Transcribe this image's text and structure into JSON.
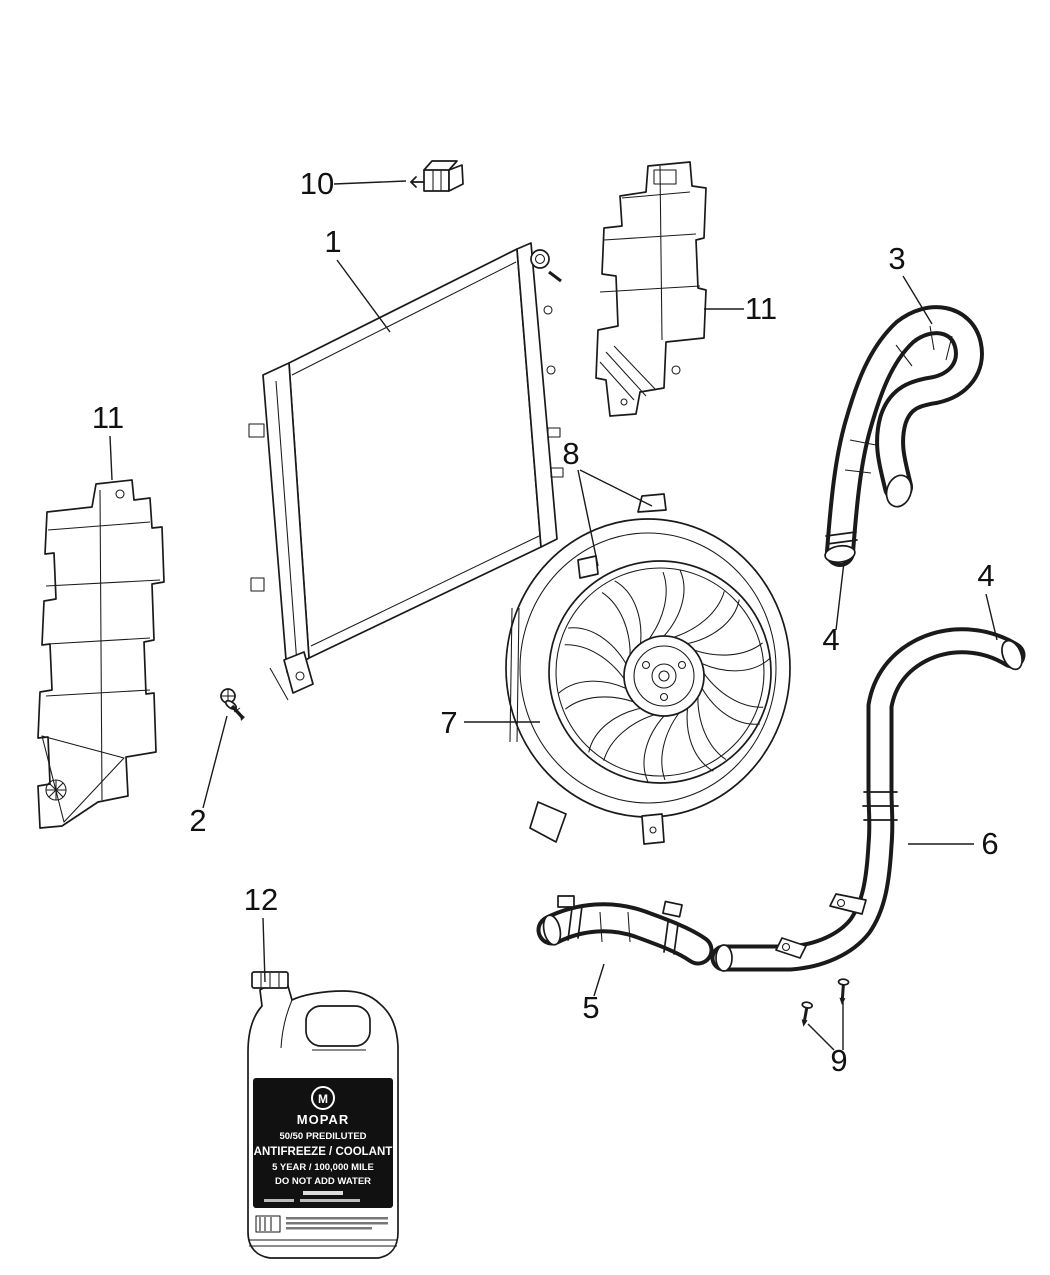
{
  "colors": {
    "background": "#ffffff",
    "line": "#1a1a1a"
  },
  "callouts": [
    {
      "id": "10",
      "part": "radiator-clip"
    },
    {
      "id": "1",
      "part": "radiator"
    },
    {
      "id": "11",
      "part": "air-baffle-right"
    },
    {
      "id": "3",
      "part": "upper-radiator-hose"
    },
    {
      "id": "11",
      "part": "air-baffle-left"
    },
    {
      "id": "8",
      "part": "fan-shroud-clip"
    },
    {
      "id": "4",
      "part": "upper-hose-clamp"
    },
    {
      "id": "4",
      "part": "outlet-hose-clamp"
    },
    {
      "id": "7",
      "part": "cooling-fan-module"
    },
    {
      "id": "6",
      "part": "radiator-outlet-tube"
    },
    {
      "id": "5",
      "part": "lower-radiator-hose"
    },
    {
      "id": "9",
      "part": "mounting-screws"
    },
    {
      "id": "2",
      "part": "drain-cock"
    },
    {
      "id": "12",
      "part": "coolant-jug"
    }
  ],
  "jug_label": {
    "logo_letter": "M",
    "brand": "MOPAR",
    "line1": "50/50 PREDILUTED",
    "line2": "ANTIFREEZE / COOLANT",
    "line3": "5 YEAR / 100,000 MILE",
    "line4": "DO NOT ADD WATER"
  }
}
